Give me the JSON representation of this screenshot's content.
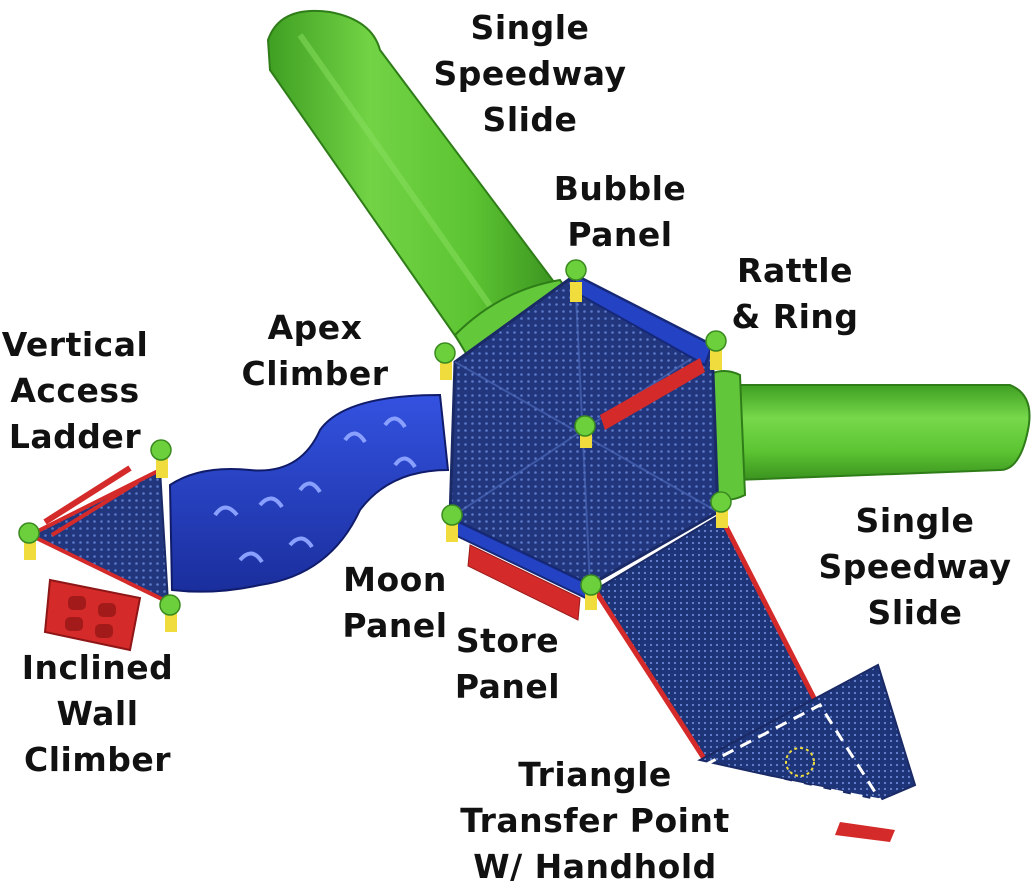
{
  "labels": {
    "slide_top": [
      "Single",
      "Speedway",
      "Slide"
    ],
    "bubble_panel": [
      "Bubble",
      "Panel"
    ],
    "rattle_ring": [
      "Rattle",
      "& Ring"
    ],
    "apex_climber": [
      "Apex",
      "Climber"
    ],
    "vertical_ladder": [
      "Vertical",
      "Access",
      "Ladder"
    ],
    "moon_panel": [
      "Moon",
      "Panel"
    ],
    "store_panel": [
      "Store",
      "Panel"
    ],
    "slide_right": [
      "Single",
      "Speedway",
      "Slide"
    ],
    "inclined_wall": [
      "Inclined",
      "Wall",
      "Climber"
    ],
    "triangle_transfer": [
      "Triangle",
      "Transfer Point",
      "W/ Handhold"
    ]
  },
  "colors": {
    "slide_green": "#5cc432",
    "slide_green_dark": "#3e9a22",
    "deck_blue": "#22367e",
    "deck_blue_light": "#34509f",
    "panel_blue": "#1f3fbf",
    "rail_red": "#d42a2a",
    "post_yellow": "#f0dc3c",
    "cap_green": "#6ccf3c",
    "climber_red": "#d82a2a",
    "white_stripe": "#ffffff"
  }
}
